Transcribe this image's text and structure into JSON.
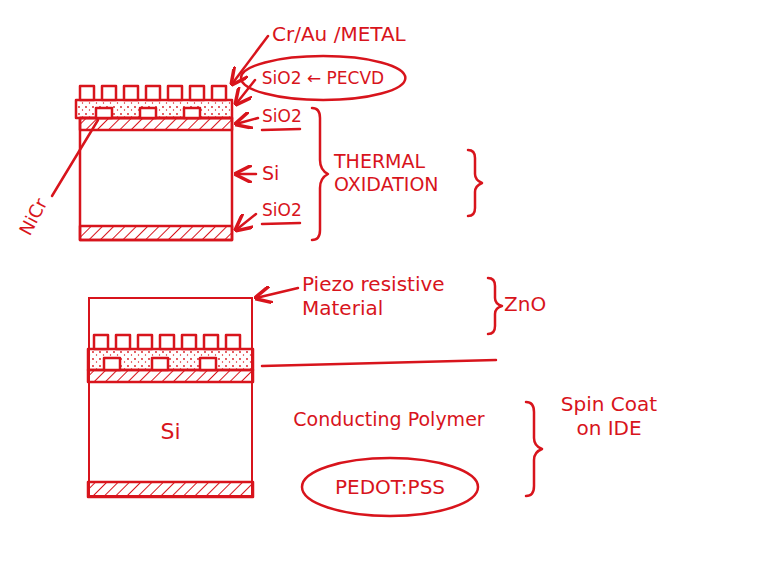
{
  "diagram": {
    "nodes": [
      {
        "text": [
          "SiO2 ← PECVD"
        ]
      },
      {
        "text": [
          "Si"
        ]
      },
      {
        "text": [
          "Conducting Polymer"
        ]
      },
      {
        "text": [
          "PEDOT:PSS"
        ],
        "in": 2
      }
    ],
    "labels": [
      "Cr/Au /METAL",
      "SiO2",
      "Si",
      "SiO2",
      "THERMAL OXIDATION",
      "NiCr",
      "Piezo resistive Material",
      "ZnO",
      "Spin Coat on IDE"
    ]
  }
}
